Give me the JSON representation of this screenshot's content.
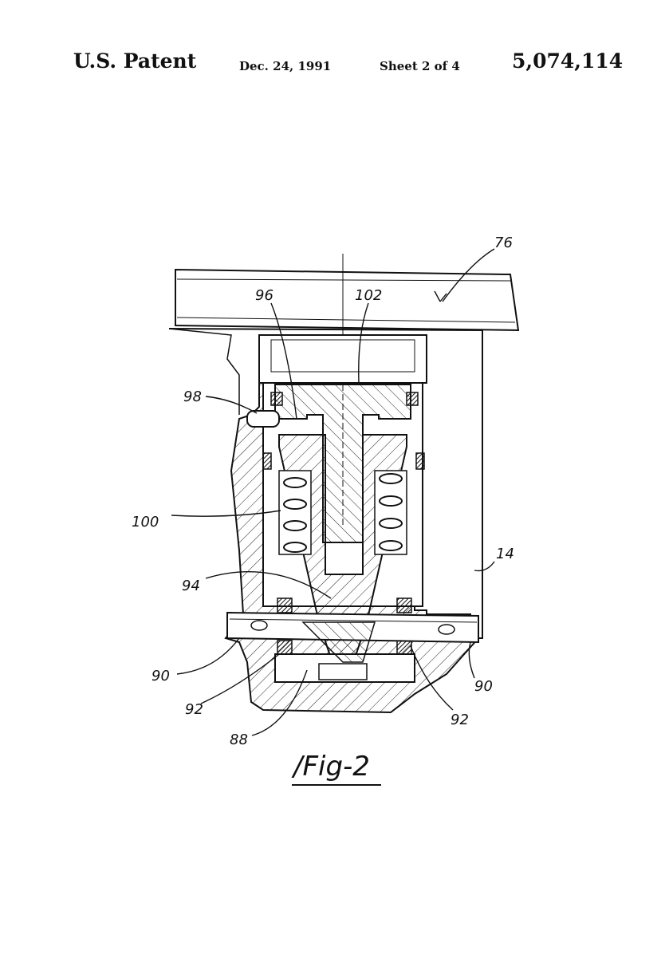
{
  "header": {
    "title": "U.S. Patent",
    "date": "Dec. 24, 1991",
    "sheet": "Sheet 2 of 4",
    "patent_number": "5,074,114"
  },
  "figure": {
    "label": "/Fig-2",
    "refs": {
      "r76": "76",
      "r96": "96",
      "r102": "102",
      "r98": "98",
      "r100": "100",
      "r14": "14",
      "r94": "94",
      "r90a": "90",
      "r90b": "90",
      "r92a": "92",
      "r92b": "92",
      "r88": "88"
    }
  }
}
